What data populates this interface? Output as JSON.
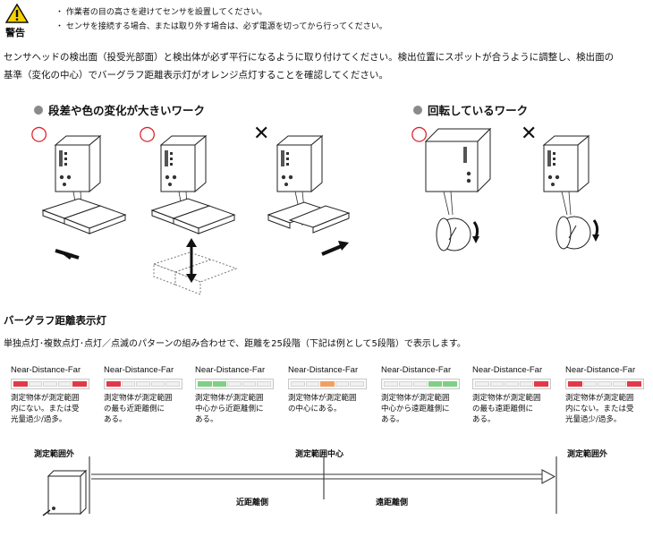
{
  "warning": {
    "label": "警告",
    "lines": [
      "・ 作業者の目の高さを避けてセンサを設置してください。",
      "・ センサを接続する場合、または取り外す場合は、必ず電源を切ってから行ってください。"
    ]
  },
  "instruction": {
    "lines": [
      "センサヘッドの検出面（投受光部面）と検出体が必ず平行になるように取り付けてください。検出位置にスポットが合うように調整し、検出面の",
      "基準（変化の中心）でバーグラフ距離表示灯がオレンジ点灯することを確認してください。"
    ]
  },
  "sections": {
    "step": "段差や色の変化が大きいワーク",
    "rotating": "回転しているワーク"
  },
  "marks": {
    "ok": "○",
    "ng": "✕"
  },
  "bargraph": {
    "title": "バーグラフ距離表示灯",
    "subtitle": "単独点灯･複数点灯･点灯／点滅のパターンの組み合わせで、距離を25段階（下記は例として5段階）で表示します。",
    "states": [
      {
        "label": "Near-Distance-Far",
        "segments": [
          "red",
          "off",
          "off",
          "off",
          "red"
        ],
        "desc": [
          "測定物体が測定範囲",
          "内にない。または受",
          "光量過少/過多。"
        ]
      },
      {
        "label": "Near-Distance-Far",
        "segments": [
          "red",
          "off",
          "off",
          "off",
          "off"
        ],
        "desc": [
          "測定物体が測定範囲",
          "の最も近距離側に",
          "ある。"
        ]
      },
      {
        "label": "Near-Distance-Far",
        "segments": [
          "green",
          "green",
          "off",
          "off",
          "off"
        ],
        "desc": [
          "測定物体が測定範囲",
          "中心から近距離側に",
          "ある。"
        ]
      },
      {
        "label": "Near-Distance-Far",
        "segments": [
          "off",
          "off",
          "orange",
          "off",
          "off"
        ],
        "desc": [
          "測定物体が測定範囲",
          "の中心にある。"
        ]
      },
      {
        "label": "Near-Distance-Far",
        "segments": [
          "off",
          "off",
          "off",
          "green",
          "green"
        ],
        "desc": [
          "測定物体が測定範囲",
          "中心から遠距離側に",
          "ある。"
        ]
      },
      {
        "label": "Near-Distance-Far",
        "segments": [
          "off",
          "off",
          "off",
          "off",
          "red"
        ],
        "desc": [
          "測定物体が測定範囲",
          "の最も遠距離側に",
          "ある。"
        ]
      },
      {
        "label": "Near-Distance-Far",
        "segments": [
          "red",
          "off",
          "off",
          "off",
          "red"
        ],
        "desc": [
          "測定物体が測定範囲",
          "内にない。または受",
          "光量過少/過多。"
        ]
      }
    ]
  },
  "range": {
    "outside_left": "測定範囲外",
    "center": "測定範囲中心",
    "outside_right": "測定範囲外",
    "near": "近距離側",
    "far": "遠距離側"
  },
  "colors": {
    "red": "#e03a4a",
    "green": "#7fcf85",
    "orange": "#f2a060",
    "off": "#f0f0f0",
    "ok_mark": "#e0202a",
    "bullet": "#8a8a8a"
  }
}
